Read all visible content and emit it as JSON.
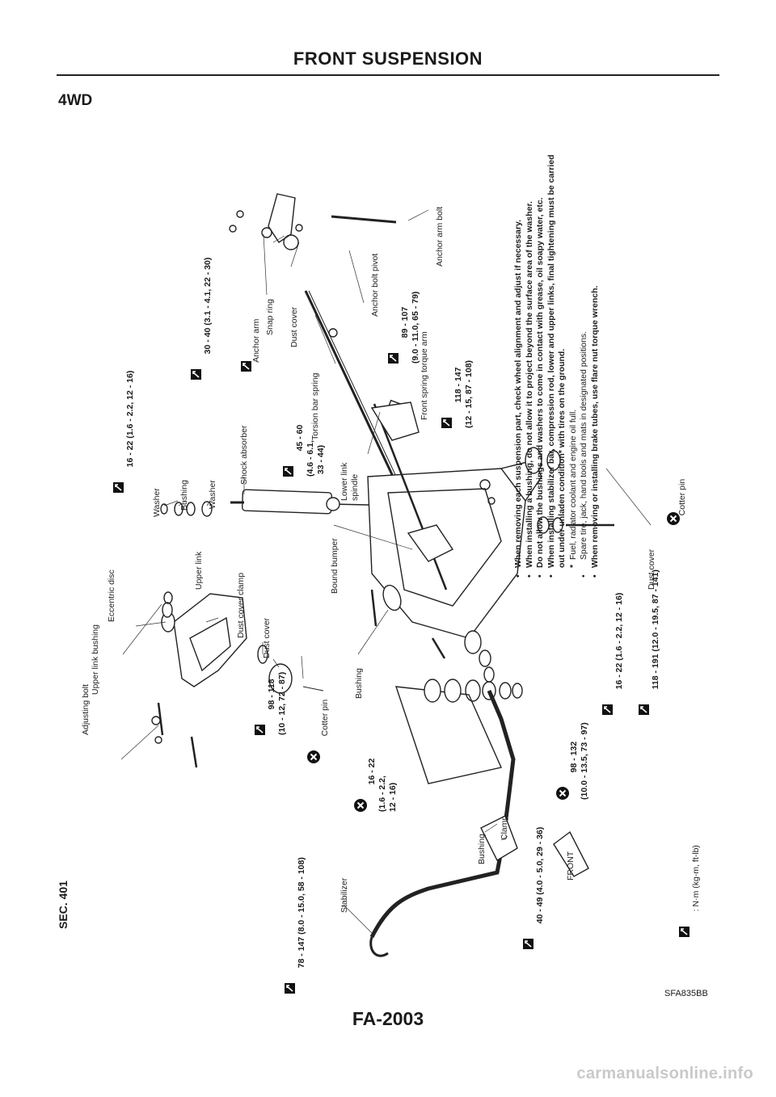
{
  "header": {
    "title": "FRONT SUSPENSION"
  },
  "section": {
    "title": "4WD"
  },
  "figure": {
    "sec": "SEC. 401",
    "code": "SFA835BB",
    "front": "FRONT",
    "units": ": N·m (kg-m, ft-lb)",
    "labels": {
      "upper_link_bushing": "Upper link bushing",
      "eccentric_disc": "Eccentric disc",
      "adjusting_bolt": "Adjusting bolt",
      "upper_link": "Upper link",
      "dust_cover_clamp": "Dust cover clamp",
      "dust_cover": "Dust cover",
      "washer_1": "Washer",
      "bushing_1": "Bushing",
      "washer_2": "Washer",
      "shock_absorber": "Shock absorber",
      "anchor_arm": "Anchor arm",
      "snap_ring": "Snap ring",
      "dust_cover_2": "Dust cover",
      "torsion_bar_spring": "Torsion bar spring",
      "anchor_bolt_pivot": "Anchor bolt pivot",
      "anchor_arm_bolt": "Anchor arm bolt",
      "front_spring_torque_arm": "Front spring torque arm",
      "lower_link_spindle": "Lower link\nspindle",
      "bound_bumper": "Bound bumper",
      "cotter_pin_1": "Cotter pin",
      "bushing_2": "Bushing",
      "stabilizer": "Stabilizer",
      "bushing_3": "Bushing",
      "clamp": "Clamp",
      "dust_cover_3": "Dust cover",
      "cotter_pin_2": "Cotter pin"
    },
    "torques": {
      "t_16_22_top": "16 - 22 (1.6 - 2.2, 12 - 16)",
      "t_30_40": "30 - 40 (3.1 - 4.1, 22 - 30)",
      "t_45_60": "45 - 60\n(4.6 - 6.1,\n 33 - 44)",
      "t_89_107": "89 - 107\n(9.0 - 11.0, 65 - 79)",
      "t_118_147": "118 - 147\n(12 - 15, 87 - 108)",
      "t_98_118": "98 - 118\n(10 - 12, 72 - 87)",
      "t_78_147": "78 - 147 (8.0 - 15.0, 58 - 108)",
      "t_16_22_small": "16 - 22\n(1.6 - 2.2,\n12 - 16)",
      "t_98_132": "98 - 132\n(10.0 - 13.5, 73 - 97)",
      "t_16_22_mid": "16 - 22 (1.6 - 2.2, 12 - 16)",
      "t_118_191": "118 - 191 (12.0 - 19.5, 87 - 141)",
      "t_40_49": "40 - 49 (4.0 - 5.0, 29 - 36)"
    },
    "notes": {
      "n1": "When removing each suspension part, check wheel alignment and adjust if necessary.",
      "n2": "When installing a bushing, do not allow it to project beyond the surface area of the washer.",
      "n3": "Do not allow the bushings and washers to come in contact with grease, oil soapy water, etc.",
      "n4": "When installing stabilizer bar, compression rod, lower and upper links, final tightening must be carried out under unladen condition* with tires on the ground.",
      "n4_star1": "Fuel, radiator coolant and engine oil full.",
      "n4_star2": "Spare tire, jack, hand tools and mats in designated positions.",
      "n5": "When removing or installing brake tubes, use flare nut torque wrench."
    }
  },
  "page": {
    "number": "FA-2003"
  },
  "footer": {
    "url": "carmanualsonline.info"
  }
}
